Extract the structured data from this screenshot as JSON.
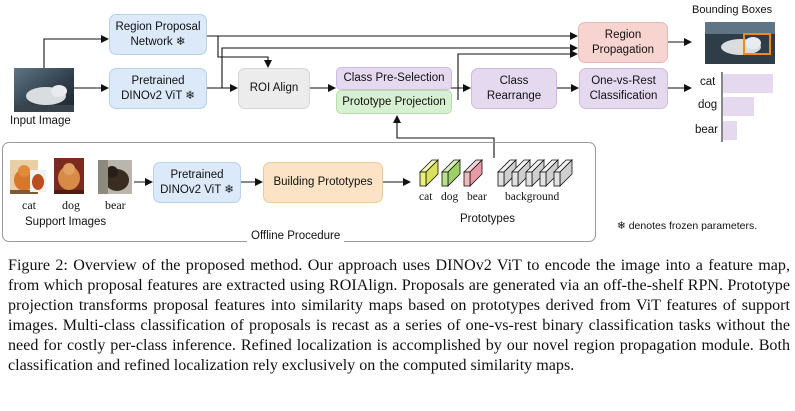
{
  "nodes": {
    "rpn": "Region Proposal\nNetwork ❄",
    "vit_top": "Pretrained\nDINOv2 ViT ❄",
    "roi_align": "ROI Align",
    "class_preselection": "Class Pre-Selection",
    "prototype_projection": "Prototype Projection",
    "class_rearrange": "Class\nRearrange",
    "region_propagation": "Region\nPropagation",
    "ovr_classification": "One-vs-Rest\nClassification",
    "vit_bottom": "Pretrained\nDINOv2 ViT ❄",
    "building_prototypes": "Building Prototypes"
  },
  "labels": {
    "input_image": "Input Image",
    "bounding_boxes": "Bounding Boxes",
    "support_images": "Support Images",
    "offline_procedure": "Offline Procedure",
    "prototypes": "Prototypes",
    "frozen_note": "❄ denotes frozen parameters."
  },
  "support_classes": [
    "cat",
    "dog",
    "bear"
  ],
  "prototype_labels": [
    "cat",
    "dog",
    "bear",
    "background"
  ],
  "scores": [
    {
      "label": "cat",
      "value": 0.9
    },
    {
      "label": "dog",
      "value": 0.55
    },
    {
      "label": "bear",
      "value": 0.25
    }
  ],
  "colors": {
    "blue": "#dbe9f9",
    "grey": "#ececec",
    "purple": "#e5d9f0",
    "green": "#d7f0d2",
    "pink": "#f8d4d1",
    "orange": "#fce3c6",
    "proto_yellow": "#e8f07a",
    "proto_green": "#b9e08a",
    "proto_pink": "#f2b8c0",
    "proto_grey": "#e2e2e2"
  },
  "caption": "Figure 2: Overview of the proposed method. Our approach uses DINOv2 ViT to encode the image into a feature map, from which proposal features are extracted using ROIAlign. Proposals are generated via an off-the-shelf RPN. Prototype projection transforms proposal features into similarity maps based on prototypes derived from ViT features of support images. Multi-class classification of proposals is recast as a series of one-vs-rest binary classification tasks without the need for costly per-class inference. Refined localization is accomplished by our novel region propagation module. Both classification and refined localization rely exclusively on the computed similarity maps."
}
